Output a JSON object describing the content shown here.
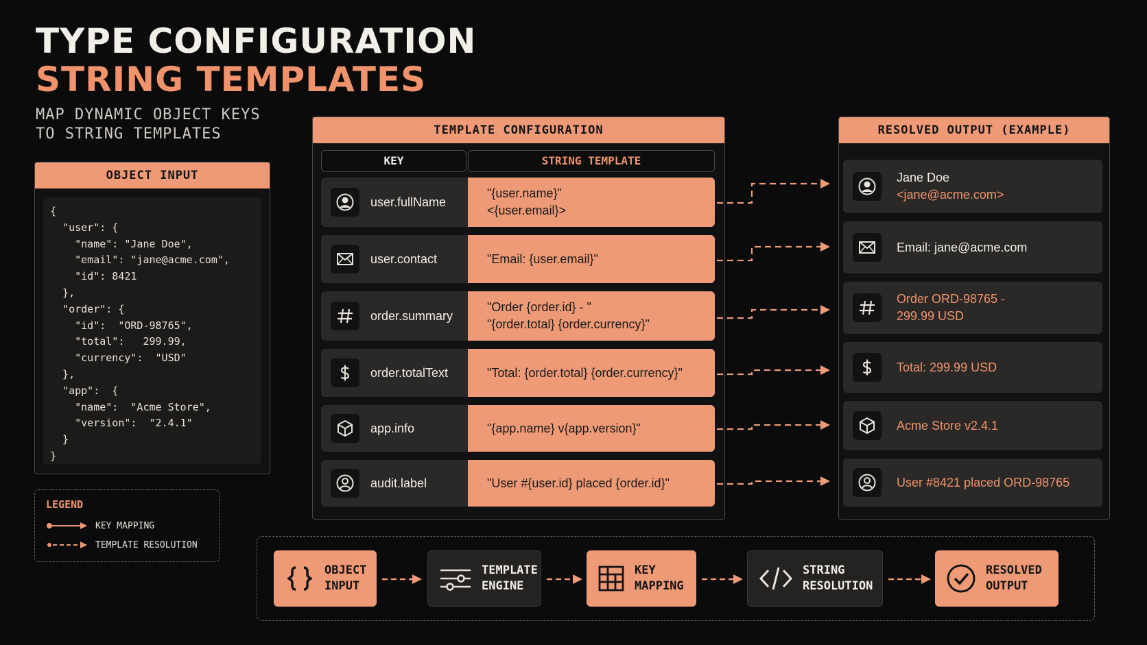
{
  "header": {
    "title_line1": "TYPE CONFIGURATION",
    "title_line2": "STRING TEMPLATES",
    "subtitle_line1": "MAP DYNAMIC OBJECT KEYS",
    "subtitle_line2": "TO STRING TEMPLATES"
  },
  "object_input": {
    "title": "OBJECT INPUT",
    "code_lines": [
      "{",
      "  \"user\": {",
      "    \"name\": \"Jane Doe\",",
      "    \"email\": \"jane@acme.com\",",
      "    \"id\": 8421",
      "  },",
      "  \"order\": {",
      "    \"id\":  \"ORD-98765\",",
      "    \"total\":   299.99,",
      "    \"currency\":  \"USD\"",
      "  },",
      "  \"app\":  {",
      "    \"name\":  \"Acme Store\",",
      "    \"version\":  \"2.4.1\"",
      "  }",
      "}"
    ]
  },
  "legend": {
    "title": "LEGEND",
    "key_mapping": "KEY MAPPING",
    "template_resolution": "TEMPLATE RESOLUTION"
  },
  "template_config": {
    "title": "TEMPLATE CONFIGURATION",
    "col_key": "KEY",
    "col_template": "STRING TEMPLATE",
    "rows": [
      {
        "icon": "user-icon",
        "key": "user.fullName",
        "template_1": "\"{user.name}\"",
        "template_2": "<{user.email}>"
      },
      {
        "icon": "mail-icon",
        "key": "user.contact",
        "template_1": "\"Email: {user.email}\"",
        "template_2": ""
      },
      {
        "icon": "hash-icon",
        "key": "order.summary",
        "template_1": "\"Order {order.id} - \"",
        "template_2": "\"{order.total} {order.currency}\""
      },
      {
        "icon": "dollar-icon",
        "key": "order.totalText",
        "template_1": "\"Total: {order.total} {order.currency}\"",
        "template_2": ""
      },
      {
        "icon": "box-icon",
        "key": "app.info",
        "template_1": "\"{app.name} v{app.version}\"",
        "template_2": ""
      },
      {
        "icon": "user-icon",
        "key": "audit.label",
        "template_1": "\"User #{user.id} placed {order.id}\"",
        "template_2": ""
      }
    ]
  },
  "resolved_output": {
    "title": "RESOLVED OUTPUT (EXAMPLE)",
    "rows": [
      {
        "icon": "user-icon",
        "line_1": "Jane Doe",
        "line_2": "<jane@acme.com>"
      },
      {
        "icon": "mail-icon",
        "line_1": "Email: jane@acme.com",
        "line_2": ""
      },
      {
        "icon": "hash-icon",
        "line_1": "Order ORD-98765 -",
        "line_2": "299.99 USD"
      },
      {
        "icon": "dollar-icon",
        "line_1": "Total: 299.99 USD",
        "line_2": ""
      },
      {
        "icon": "box-icon",
        "line_1": "Acme Store v2.4.1",
        "line_2": ""
      },
      {
        "icon": "user-icon",
        "line_1": "User #8421 placed ORD-98765",
        "line_2": ""
      }
    ]
  },
  "pipeline": {
    "steps": [
      {
        "icon": "braces-icon",
        "line_1": "OBJECT",
        "line_2": "INPUT"
      },
      {
        "icon": "sliders-icon",
        "line_1": "TEMPLATE",
        "line_2": "ENGINE"
      },
      {
        "icon": "grid-icon",
        "line_1": "KEY",
        "line_2": "MAPPING"
      },
      {
        "icon": "code-icon",
        "line_1": "STRING",
        "line_2": "RESOLUTION"
      },
      {
        "icon": "check-circle-icon",
        "line_1": "RESOLVED",
        "line_2": "OUTPUT"
      }
    ]
  },
  "colors": {
    "background": "#0b0b0b",
    "accent": "#ee9a76",
    "card_dark": "#2a2928"
  }
}
